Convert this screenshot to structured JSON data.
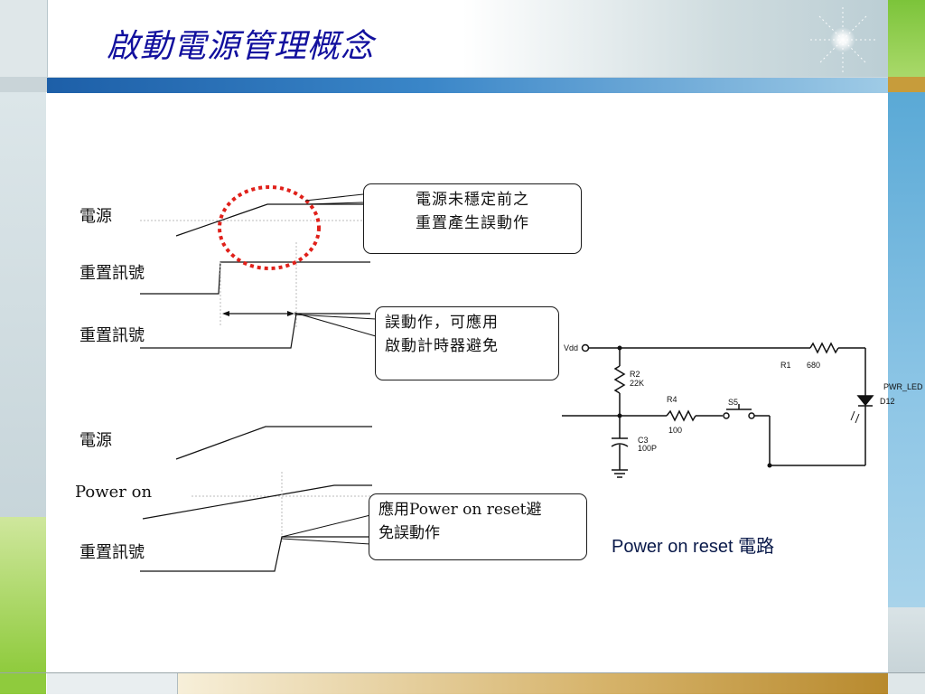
{
  "slide": {
    "title": "啟動電源管理概念"
  },
  "timing_top": {
    "labels": [
      "電源",
      "重置訊號",
      "重置訊號"
    ],
    "callout_1": [
      "電源未穩定前之",
      "重置產生誤動作"
    ],
    "callout_2": [
      "誤動作，可應用",
      "啟動計時器避免"
    ]
  },
  "timing_bottom": {
    "labels": [
      "電源",
      "Power on",
      "重置訊號"
    ],
    "callout": [
      "應用Power on reset避",
      "免誤動作"
    ]
  },
  "circuit": {
    "caption": "Power on reset 電路",
    "vdd": "Vdd",
    "r1": "R1",
    "r1_value": "680",
    "r2": "R2",
    "r2_value": "22K",
    "r4": "R4",
    "r4_value": "100",
    "s5": "S5",
    "c3": "C3",
    "c3_value": "100P",
    "d12": "D12",
    "led_net": "PWR_LED"
  },
  "colors": {
    "title": "#12109e",
    "highlight_circle": "#e0201a",
    "accent_green": "#8fcb3d",
    "accent_blue": "#3a86c8"
  }
}
